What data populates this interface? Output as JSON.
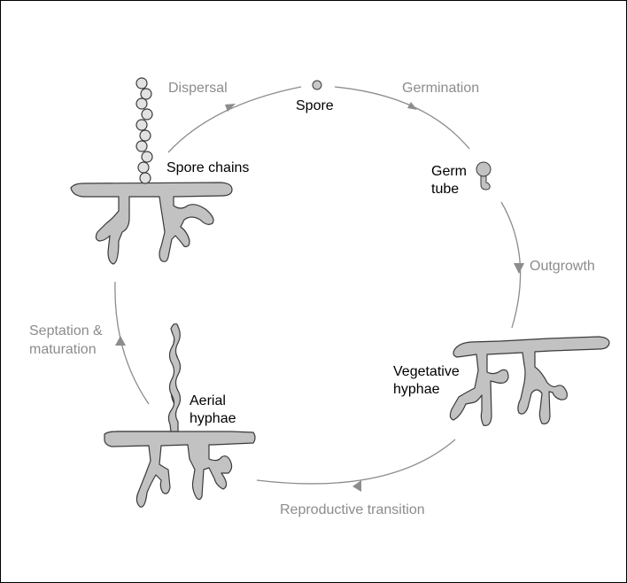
{
  "stages": {
    "spore": "Spore",
    "germ_tube_1": "Germ",
    "germ_tube_2": "tube",
    "vegetative_1": "Vegetative",
    "vegetative_2": "hyphae",
    "aerial_1": "Aerial",
    "aerial_2": "hyphae",
    "spore_chains": "Spore chains"
  },
  "transitions": {
    "germination": "Germination",
    "outgrowth": "Outgrowth",
    "reproductive": "Reproductive transition",
    "septation_1": "Septation &",
    "septation_2": "maturation",
    "dispersal": "Dispersal"
  },
  "colors": {
    "hyphae_fill": "#c2c2c2",
    "outline": "#3a3a3a",
    "cycle_line": "#8c8c8c",
    "transition_text": "#8c8c8c"
  }
}
